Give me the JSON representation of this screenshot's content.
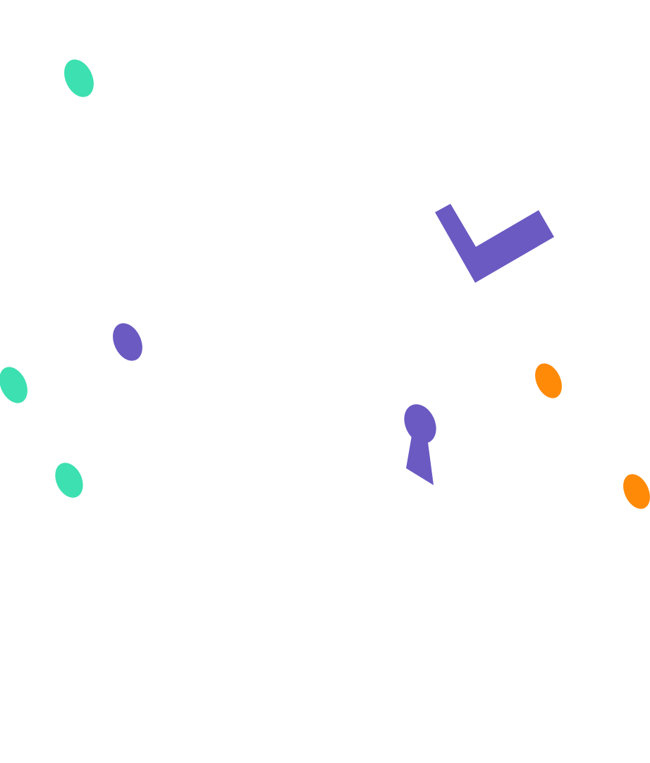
{
  "colors": {
    "background": "#ffffff",
    "green": "#3de0b0",
    "purple": "#6b5ac2",
    "orange": "#ff8a08"
  },
  "shapes": [
    {
      "name": "green-dot-top-left",
      "kind": "dot",
      "color": "green"
    },
    {
      "name": "purple-dot-left",
      "kind": "dot",
      "color": "purple"
    },
    {
      "name": "green-dot-left-edge",
      "kind": "dot",
      "color": "green"
    },
    {
      "name": "green-dot-lower-left",
      "kind": "dot",
      "color": "green"
    },
    {
      "name": "purple-chevron",
      "kind": "chevron",
      "color": "purple"
    },
    {
      "name": "orange-dot-right",
      "kind": "dot",
      "color": "orange"
    },
    {
      "name": "orange-dot-right-edge",
      "kind": "dot",
      "color": "orange"
    },
    {
      "name": "purple-keyhole",
      "kind": "keyhole",
      "color": "purple"
    }
  ]
}
